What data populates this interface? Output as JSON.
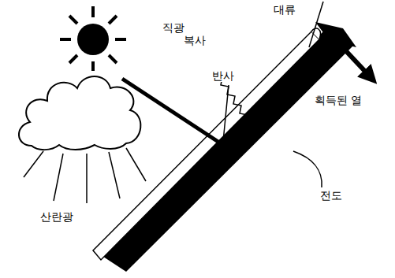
{
  "diagram": {
    "labels": [
      "대류",
      "직광",
      "복사",
      "반사",
      "획득된 열",
      "전도",
      "산란광"
    ]
  }
}
